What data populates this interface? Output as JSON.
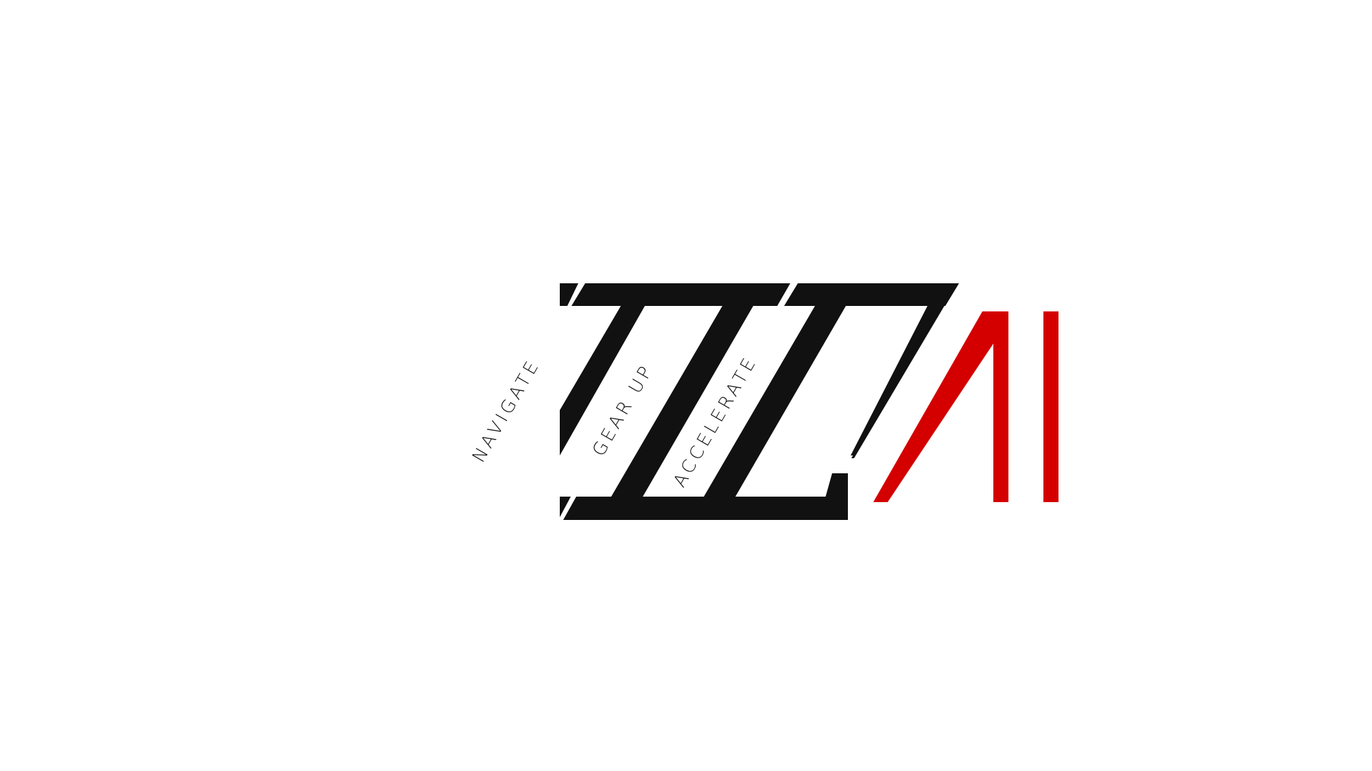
{
  "logo": {
    "taglines": [
      "NAVIGATE",
      "GEAR UP",
      "ACCELERATE"
    ],
    "suffix_text": "AI",
    "colors": {
      "background": "#ffffff",
      "primary": "#111111",
      "accent": "#d40000"
    }
  }
}
